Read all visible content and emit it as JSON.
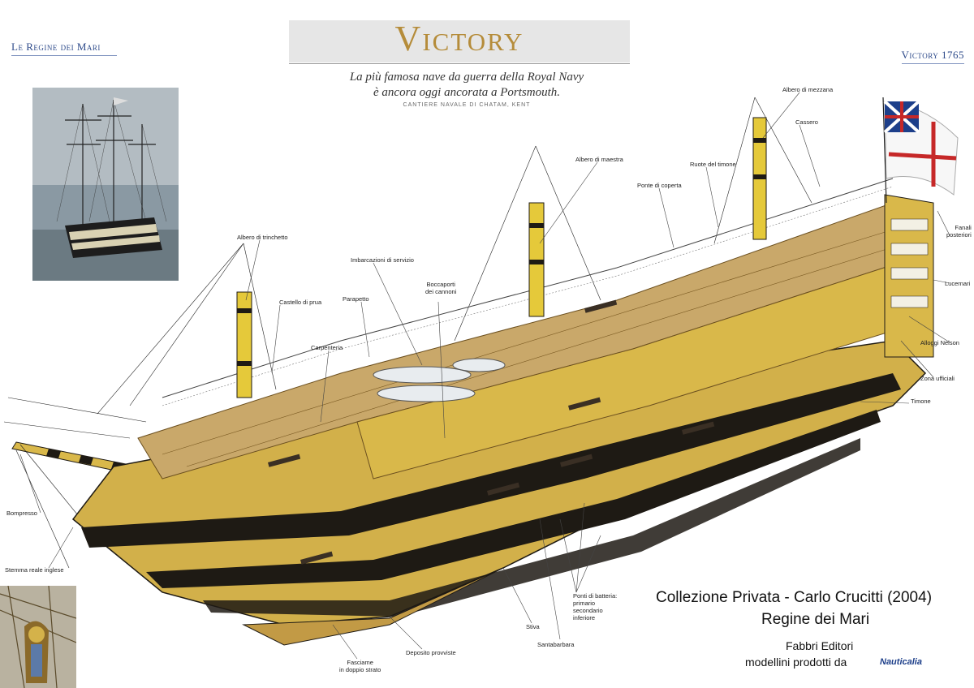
{
  "header": {
    "left": "Le Regine dei Mari",
    "right": "Victory 1765"
  },
  "title_block": {
    "title": "Victory",
    "subtitle_line1": "La più famosa nave da guerra della Royal Navy",
    "subtitle_line2": "è ancora oggi ancorata a Portsmouth.",
    "shipyard": "CANTIERE NAVALE DI CHATAM, KENT"
  },
  "labels": {
    "albero_mezzana": "Albero di mezzana",
    "cassero": "Cassero",
    "albero_maestra": "Albero di maestra",
    "ruote_timone": "Ruote del timone",
    "ponte_coperta": "Ponte di coperta",
    "albero_trinchetto": "Albero di trinchetto",
    "imbarcazioni": "Imbarcazioni di servizio",
    "boccaporti_1": "Boccaporti",
    "boccaporti_2": "dei cannoni",
    "castello_prua": "Castello di prua",
    "parapetto": "Parapetto",
    "carpenteria": "Carpenteria",
    "fanali_1": "Fanali",
    "fanali_2": "posteriori",
    "lucernari": "Lucernari",
    "alloggi": "Alloggi Nelson",
    "zona_ufficiali": "Zona ufficiali",
    "timone": "Timone",
    "bompresso": "Bompresso",
    "stemma": "Stemma reale inglese",
    "ponti_1": "Ponti di batteria:",
    "ponti_2": "primario",
    "ponti_3": "secondario",
    "ponti_4": "inferiore",
    "stiva": "Stiva",
    "santabarbara": "Santabarbara",
    "deposito": "Deposito provviste",
    "fasciame_1": "Fasciame",
    "fasciame_2": "in doppio strato"
  },
  "credits": {
    "line1": "Collezione Privata - Carlo Crucitti (2004)",
    "line2": "Regine dei Mari",
    "line3": "Fabbri Editori",
    "line4": "modellini prodotti da",
    "brand": "Nauticalia"
  },
  "colors": {
    "hull_yellow": "#d9b84a",
    "hull_black": "#1e1a14",
    "deck_wood": "#c9a86a",
    "title_gold": "#b58c3a",
    "header_blue": "#2d4a8a"
  }
}
